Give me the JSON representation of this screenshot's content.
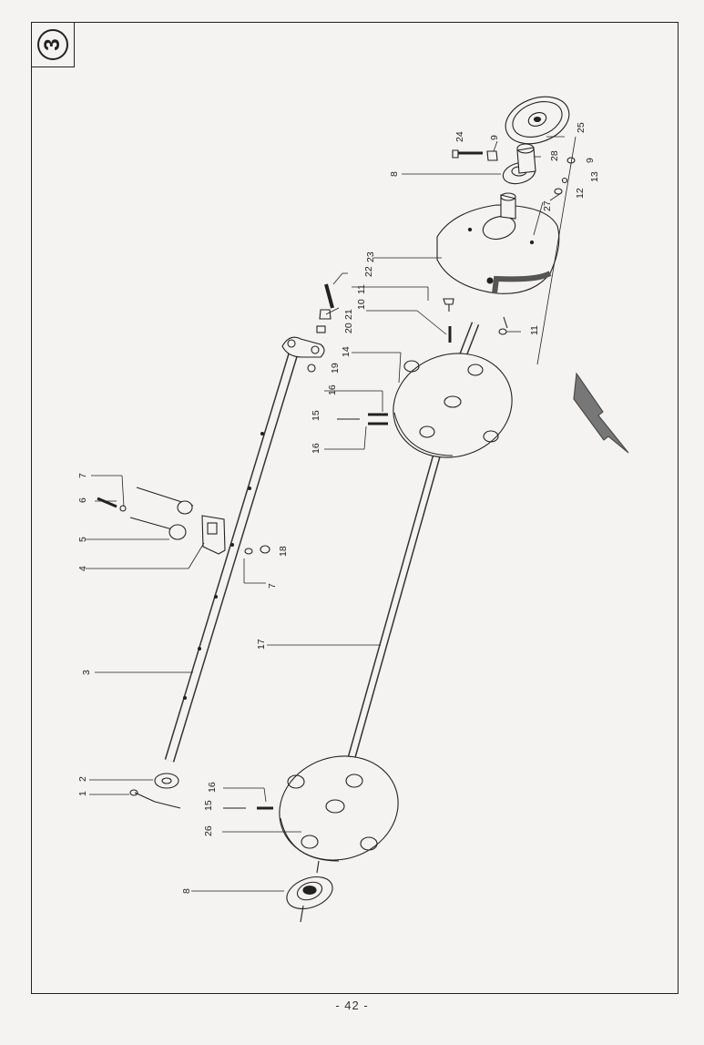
{
  "section_number": "3",
  "page_number": "- 42 -",
  "part_labels": [
    "1",
    "2",
    "3",
    "4",
    "5",
    "6",
    "7",
    "7",
    "8",
    "8",
    "9",
    "9",
    "10",
    "11",
    "11",
    "12",
    "13",
    "14",
    "15",
    "15",
    "16",
    "16",
    "16",
    "17",
    "18",
    "19",
    "20",
    "21",
    "22",
    "23",
    "24",
    "25",
    "26",
    "27",
    "28"
  ]
}
